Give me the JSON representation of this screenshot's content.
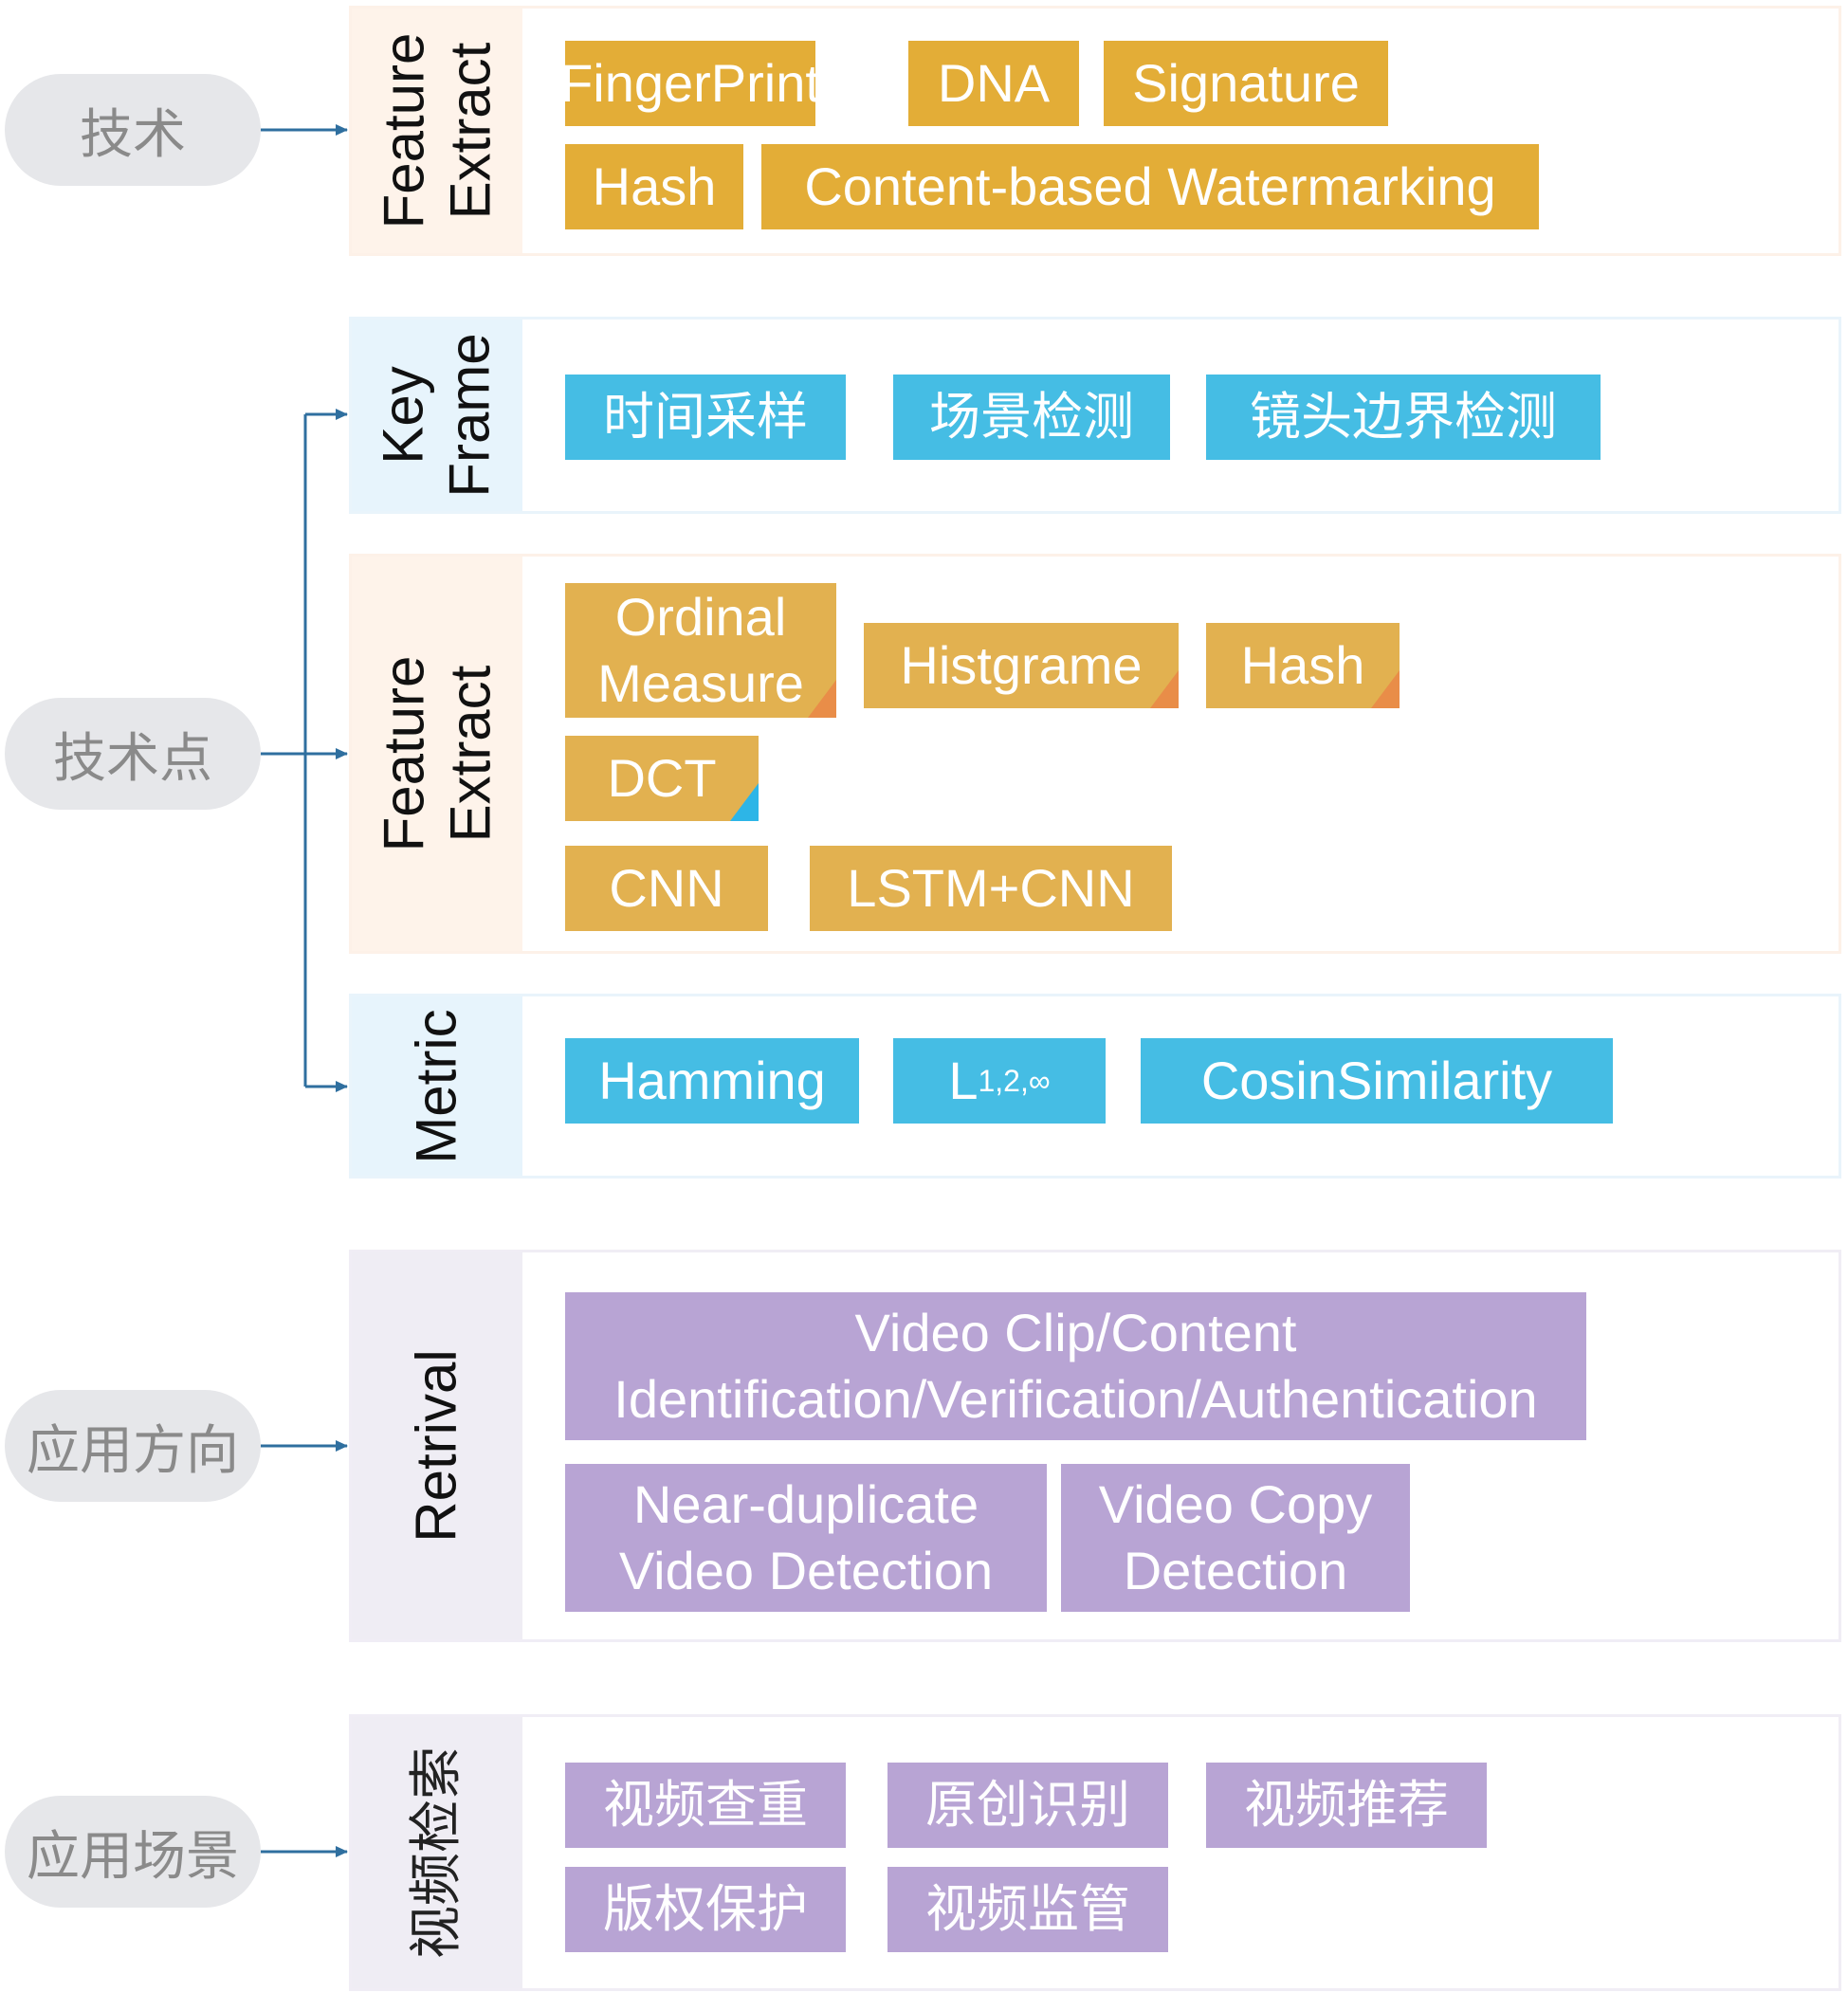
{
  "categories": {
    "tech": "技术",
    "tech_points": "技术点",
    "app_direction": "应用方向",
    "app_scenario": "应用场景"
  },
  "tech_panel": {
    "title_lines": [
      "Feature",
      "Extract"
    ],
    "tags": [
      "FingerPrint",
      "DNA",
      "Signature",
      "Hash",
      "Content-based Watermarking"
    ]
  },
  "keyframe_panel": {
    "title_lines": [
      "Key",
      "Frame"
    ],
    "tags": [
      "时间采样",
      "场景检测",
      "镜头边界检测"
    ]
  },
  "feature_panel": {
    "title_lines": [
      "Feature",
      "Extract"
    ],
    "ordinal_lines": [
      "Ordinal",
      "Measure"
    ],
    "tags": [
      "Histgrame",
      "Hash",
      "DCT",
      "CNN",
      "LSTM+CNN"
    ]
  },
  "metric_panel": {
    "title": "Metric",
    "hamming": "Hamming",
    "l_base": "L",
    "l_sub": "1,2,∞",
    "cosine": "CosinSimilarity"
  },
  "retrival_panel": {
    "title": "Retrival",
    "clip_lines": [
      "Video Clip/Content",
      "Identification/Verification/Authentication"
    ],
    "near_dup_lines": [
      "Near-duplicate",
      "Video Detection"
    ],
    "copy_lines": [
      "Video Copy",
      "Detection"
    ]
  },
  "scenario_panel": {
    "title": "视频检索",
    "tags": [
      "视频查重",
      "原创识别",
      "视频推荐",
      "版权保护",
      "视频监管"
    ]
  },
  "colors": {
    "gold": "#e3ad37",
    "cyan": "#3fb8df",
    "purple": "#b8a4d4",
    "connector": "#2f6f9f",
    "pill": "#e6e7ea"
  }
}
